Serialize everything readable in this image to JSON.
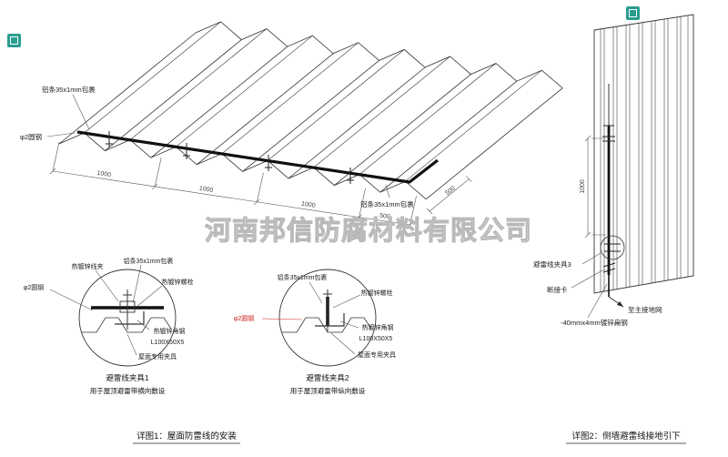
{
  "watermark": {
    "company": "河南邦信防腐材料有限公司"
  },
  "roof": {
    "label_al_strip_top": "铝条35x1mm包裹",
    "label_al_strip_bottom": "铝条35x1mm包裹",
    "label_round_steel": "φ2圆钢",
    "dims": {
      "d1": "1000",
      "d2": "1000",
      "d3": "1000",
      "d4": "500",
      "d5": "500"
    }
  },
  "detail1": {
    "label_wire_clip": "热镀锌线夹",
    "label_al_strip": "铝条35x1mm包裹",
    "label_bolt": "热镀锌螺栓",
    "label_round_steel": "φ2圆钢",
    "label_angle_steel": "热镀锌角钢",
    "label_angle_spec": "L100X50X5",
    "label_roof_clamp": "屋面专用夹具",
    "title": "避雷线夹具1",
    "subtitle": "用于屋顶避雷带横向敷设"
  },
  "detail2": {
    "label_al_strip": "铝条35x1mm包裹",
    "label_bolt": "热镀锌螺栓",
    "label_round_steel": "φ2圆钢",
    "label_angle_steel": "热镀锌角钢",
    "label_angle_spec": "L100X50X5",
    "label_roof_clamp": "屋面专用夹具",
    "title": "避雷线夹具2",
    "subtitle": "用于屋顶避雷带纵向敷设"
  },
  "wall": {
    "label_clamp3": "避雷线夹具3",
    "label_disconnect": "断接卡",
    "label_to_ground": "至主接地网",
    "label_flat_steel": "-40mmx4mm镀锌扁钢",
    "dim": "1000"
  },
  "captions": {
    "detail1": "详图1：屋面防雷线的安装",
    "detail2": "详图2：侧墙避雷线接地引下"
  },
  "colors": {
    "line": "#333333",
    "wire": "#111111",
    "red": "#cc2222",
    "watermark_gray": "#b9b9b9",
    "badge_teal": "#2a9d8f"
  }
}
